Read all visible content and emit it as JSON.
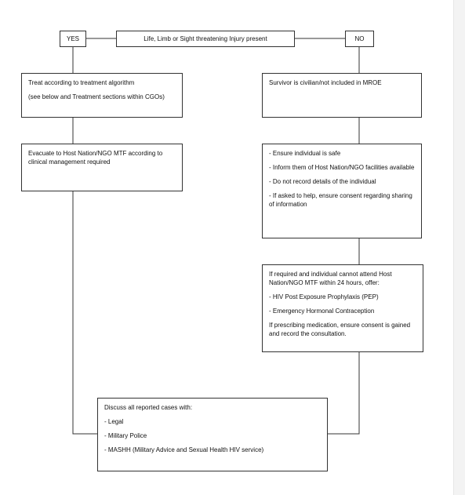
{
  "flowchart": {
    "decision": "Life, Limb or Sight threatening Injury present",
    "yes_label": "YES",
    "no_label": "NO",
    "treat": {
      "line1": "Treat according to treatment algorithm",
      "line2": "(see below and Treatment sections within CGOs)"
    },
    "evacuate": "Evacuate to Host Nation/NGO MTF according to clinical management required",
    "survivor": "Survivor is civilian/not included in MROE",
    "ensure": {
      "item1": "- Ensure individual is safe",
      "item2": "- Inform them of Host Nation/NGO facilities available",
      "item3": "- Do not record details of the individual",
      "item4": "- If asked to help, ensure consent regarding sharing of information"
    },
    "required": {
      "intro": "If required and individual cannot attend Host Nation/NGO MTF within 24 hours, offer:",
      "item1": "- HIV Post Exposure Prophylaxis (PEP)",
      "item2": "- Emergency Hormonal Contraception",
      "outro": "If prescribing medication, ensure consent is gained and record the consultation."
    },
    "discuss": {
      "intro": "Discuss all reported cases with:",
      "item1": "- Legal",
      "item2": "- Military Police",
      "item3": "- MASHH (Military Advice and Sexual Health HIV service)"
    }
  }
}
